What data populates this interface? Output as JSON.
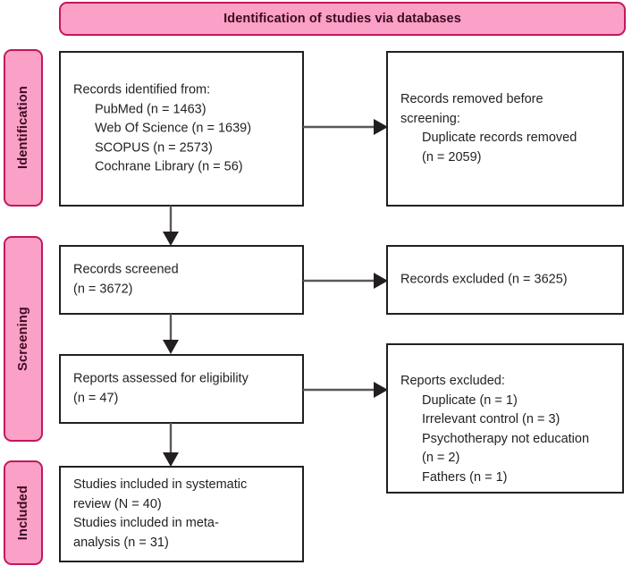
{
  "header": {
    "title": "Identification of studies via databases"
  },
  "stages": [
    {
      "id": "identification",
      "label": "Identification"
    },
    {
      "id": "screening",
      "label": "Screening"
    },
    {
      "id": "included",
      "label": "Included"
    }
  ],
  "boxes": {
    "records_identified": {
      "lines": [
        {
          "text": "Records identified from:",
          "indent": false
        },
        {
          "text": "PubMed (n = 1463)",
          "indent": true
        },
        {
          "text": "Web Of Science (n = 1639)",
          "indent": true
        },
        {
          "text": "SCOPUS (n = 2573)",
          "indent": true
        },
        {
          "text": "Cochrane Library (n = 56)",
          "indent": true
        }
      ]
    },
    "records_removed": {
      "lines": [
        {
          "text": "Records removed before",
          "indent": false
        },
        {
          "text": "screening:",
          "indent": false
        },
        {
          "text": "Duplicate records removed",
          "indent": true
        },
        {
          "text": "(n = 2059)",
          "indent": true
        }
      ]
    },
    "records_screened": {
      "lines": [
        {
          "text": "Records screened",
          "indent": false
        },
        {
          "text": "(n = 3672)",
          "indent": false
        }
      ]
    },
    "records_excluded": {
      "lines": [
        {
          "text": "Records excluded (n = 3625)",
          "indent": false
        }
      ]
    },
    "reports_assessed": {
      "lines": [
        {
          "text": "Reports assessed for eligibility",
          "indent": false
        },
        {
          "text": "(n = 47)",
          "indent": false
        }
      ]
    },
    "reports_excluded": {
      "lines": [
        {
          "text": "Reports excluded:",
          "indent": false
        },
        {
          "text": "Duplicate (n = 1)",
          "indent": true
        },
        {
          "text": "Irrelevant control (n = 3)",
          "indent": true
        },
        {
          "text": "Psychotherapy not education",
          "indent": true
        },
        {
          "text": "(n = 2)",
          "indent": true
        },
        {
          "text": "Fathers (n = 1)",
          "indent": true
        }
      ]
    },
    "studies_included": {
      "lines": [
        {
          "text": "Studies included in systematic",
          "indent": false
        },
        {
          "text": "review (N = 40)",
          "indent": false
        },
        {
          "text": "Studies included in meta-",
          "indent": false
        },
        {
          "text": "analysis (n = 31)",
          "indent": false
        }
      ]
    }
  },
  "colors": {
    "pink_fill": "#FBA0C7",
    "pink_border": "#C2185B",
    "pink_text": "#3E0A22",
    "box_border": "#231F20",
    "box_text": "#231F20",
    "connector_line": "#58595B",
    "connector_head": "#231F20",
    "background": "#FFFFFF"
  }
}
